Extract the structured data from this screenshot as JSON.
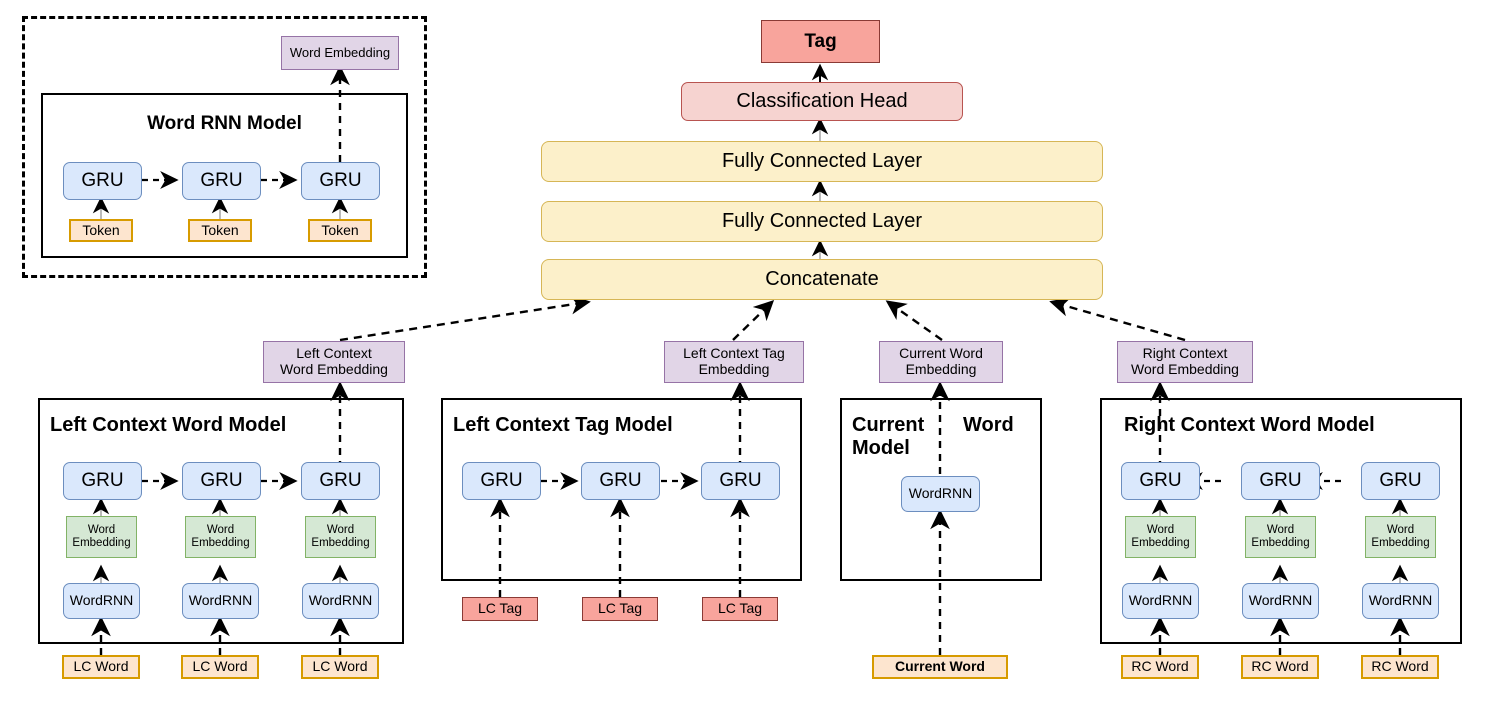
{
  "diagram": {
    "legend": {
      "frame_name": "word-rnn-legend-frame",
      "model_title": "Word RNN Model",
      "output_label": "Word Embedding",
      "gru_label": "GRU",
      "gru_cells": [
        "GRU",
        "GRU",
        "GRU"
      ],
      "input_label": "Token",
      "inputs": [
        "Token",
        "Token",
        "Token"
      ]
    },
    "head_stack": {
      "tag": "Tag",
      "classification_head": "Classification Head",
      "fc_layer_2": "Fully Connected Layer",
      "fc_layer_1": "Fully Connected Layer",
      "concatenate": "Concatenate"
    },
    "embeddings": [
      {
        "id": "left-context-word-embedding",
        "line1": "Left Context",
        "line2": "Word Embedding"
      },
      {
        "id": "left-context-tag-embedding",
        "line1": "Left Context Tag",
        "line2": "Embedding"
      },
      {
        "id": "current-word-embedding",
        "line1": "Current Word",
        "line2": "Embedding"
      },
      {
        "id": "right-context-word-embedding",
        "line1": "Right Context",
        "line2": "Word Embedding"
      }
    ],
    "models": [
      {
        "id": "left-context-word-model",
        "title": "Left Context Word Model",
        "direction": "left-to-right",
        "gru_cells": [
          "GRU",
          "GRU",
          "GRU"
        ],
        "embedding_label_line1": "Word",
        "embedding_label_line2": "Embedding",
        "wordrnn_label": "WordRNN",
        "inputs": [
          "LC Word",
          "LC Word",
          "LC Word"
        ],
        "input_style": "orange"
      },
      {
        "id": "left-context-tag-model",
        "title": "Left Context Tag Model",
        "direction": "left-to-right",
        "gru_cells": [
          "GRU",
          "GRU",
          "GRU"
        ],
        "inputs": [
          "LC Tag",
          "LC Tag",
          "LC Tag"
        ],
        "input_style": "red"
      },
      {
        "id": "current-word-model",
        "title_part1": "Current",
        "title_part2": "Word",
        "title_part3": "Model",
        "wordrnn_label": "WordRNN",
        "inputs": [
          "Current Word"
        ],
        "input_style": "orange-bold"
      },
      {
        "id": "right-context-word-model",
        "title": "Right Context Word Model",
        "direction": "right-to-left",
        "gru_cells": [
          "GRU",
          "GRU",
          "GRU"
        ],
        "embedding_label_line1": "Word",
        "embedding_label_line2": "Embedding",
        "wordrnn_label": "WordRNN",
        "inputs": [
          "RC Word",
          "RC Word",
          "RC Word"
        ],
        "input_style": "orange"
      }
    ],
    "colors": {
      "blue_fill": "#dae8fc",
      "blue_border": "#6c8ebf",
      "green_fill": "#d5e8d4",
      "green_border": "#82b366",
      "purple_fill": "#e1d5e7",
      "purple_border": "#9673a6",
      "orange_fill": "#fde5cf",
      "orange_border": "#d79b00",
      "yellow_fill": "#fcf0ca",
      "yellow_border": "#d6b656",
      "red_fill": "#f8a49c",
      "red_border": "#8a3a35",
      "pink_fill": "#f6d3d0",
      "pink_border": "#b85450",
      "outline": "#000000"
    }
  }
}
